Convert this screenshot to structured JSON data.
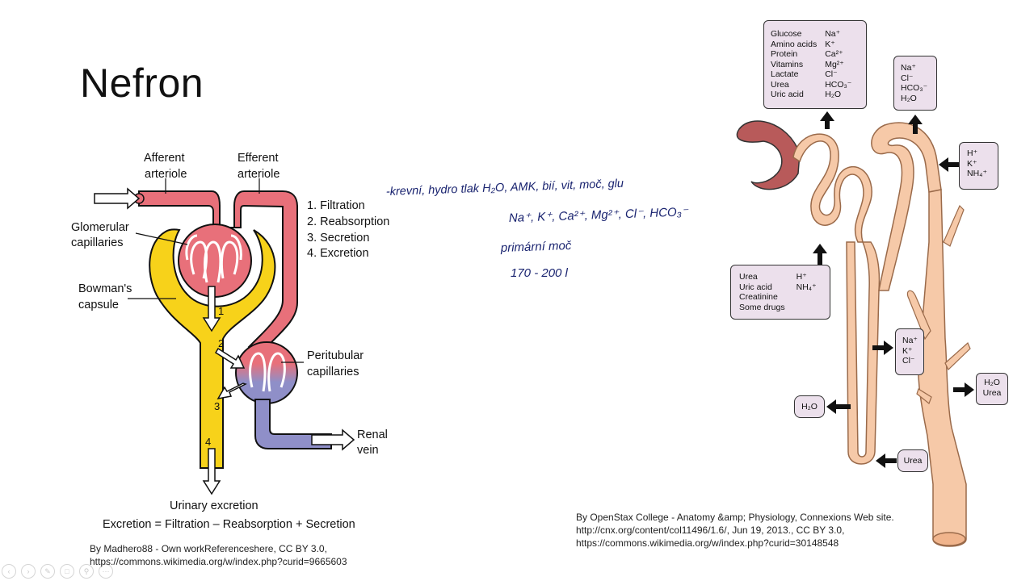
{
  "slide": {
    "title": "Nefron"
  },
  "left_diagram": {
    "labels": {
      "afferent": [
        "Afferent",
        "arteriole"
      ],
      "efferent": [
        "Efferent",
        "arteriole"
      ],
      "glomerular": [
        "Glomerular",
        "capillaries"
      ],
      "bowman": [
        "Bowman's",
        "capsule"
      ],
      "peritubular": [
        "Peritubular",
        "capillaries"
      ],
      "renal": [
        "Renal",
        "vein"
      ],
      "urinary": "Urinary excretion",
      "equation": "Excretion = Filtration – Reabsorption + Secretion"
    },
    "steps": [
      "1. Filtration",
      "2. Reabsorption",
      "3. Secretion",
      "4. Excretion"
    ],
    "markers": [
      "1",
      "2",
      "3",
      "4"
    ],
    "credit": [
      "By Madhero88 - Own workReferenceshere, CC BY 3.0,",
      "https://commons.wikimedia.org/w/index.php?curid=9665603"
    ]
  },
  "handwritten_notes": [
    "-krevní, hydro tlak   H₂O, AMK, bií, vit, moč, glu",
    "Na⁺, K⁺, Ca²⁺, Mg²⁺, Cl⁻, HCO₃⁻",
    "primární moč",
    "170 - 200 l"
  ],
  "right_diagram": {
    "box_top": {
      "col1": [
        "Glucose",
        "Amino acids",
        "Protein",
        "Vitamins",
        "Lactate",
        "Urea",
        "Uric acid"
      ],
      "col2": [
        "Na⁺",
        "K⁺",
        "Ca²⁺",
        "Mg²⁺",
        "Cl⁻",
        "HCO₃⁻",
        "H₂O"
      ]
    },
    "box_top_right": [
      "Na⁺",
      "Cl⁻",
      "HCO₃⁻",
      "H₂O"
    ],
    "box_right": [
      "H⁺",
      "K⁺",
      "NH₄⁺"
    ],
    "box_secretion": {
      "col1": [
        "Urea",
        "Uric acid",
        "Creatinine",
        "Some drugs"
      ],
      "col2": [
        "H⁺",
        "NH₄⁺"
      ]
    },
    "box_loop": [
      "Na⁺",
      "K⁺",
      "Cl⁻"
    ],
    "box_h2o_left": "H₂O",
    "box_h2o_urea": [
      "H₂O",
      "Urea"
    ],
    "box_urea": "Urea",
    "credit": [
      "By OpenStax College - Anatomy &amp; Physiology, Connexions Web site.",
      "http://cnx.org/content/col11496/1.6/, Jun 19, 2013., CC BY 3.0,",
      "https://commons.wikimedia.org/w/index.php?curid=30148548"
    ]
  },
  "colors": {
    "artery": "#e8707a",
    "vein": "#8f8fc8",
    "capsule": "#f7d21a",
    "tubule": "#f6c9a8",
    "box": "#ece0ec"
  }
}
